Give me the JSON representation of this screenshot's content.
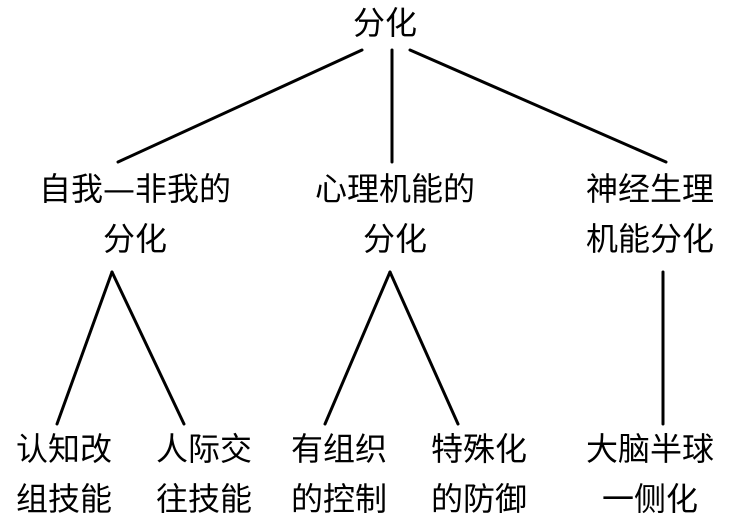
{
  "root": {
    "label": "分化"
  },
  "branches": [
    {
      "lines": [
        "自我—非我的",
        "分化"
      ]
    },
    {
      "lines": [
        "心理机能的",
        "分化"
      ]
    },
    {
      "lines": [
        "神经生理",
        "机能分化"
      ]
    }
  ],
  "leaves": [
    {
      "lines": [
        "认知改",
        "组技能"
      ]
    },
    {
      "lines": [
        "人际交",
        "往技能"
      ]
    },
    {
      "lines": [
        "有组织",
        "的控制"
      ]
    },
    {
      "lines": [
        "特殊化",
        "的防御"
      ]
    },
    {
      "lines": [
        "大脑半球",
        "一侧化"
      ]
    }
  ]
}
